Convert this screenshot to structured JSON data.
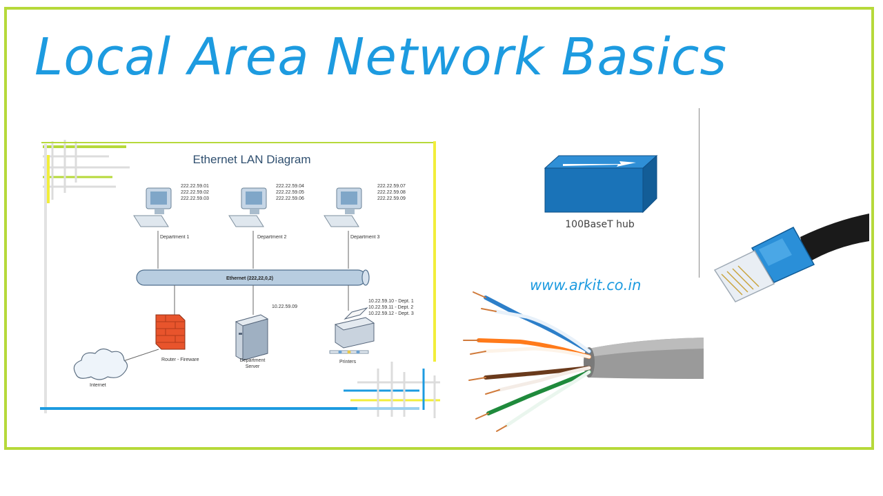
{
  "slide": {
    "title": "Local Area Network Basics",
    "website": "www.arkit.co.in",
    "hub_label": "100BaseT hub"
  },
  "diagram": {
    "title": "Ethernet LAN Diagram",
    "departments": [
      {
        "label": "Department 1",
        "ips": [
          "222.22.59.01",
          "222.22.59.02",
          "222.22.59.03"
        ]
      },
      {
        "label": "Department 2",
        "ips": [
          "222.22.59.04",
          "222.22.59.05",
          "222.22.59.06"
        ]
      },
      {
        "label": "Department 3",
        "ips": [
          "222.22.59.07",
          "222.22.59.08",
          "222.22.59.09"
        ]
      }
    ],
    "backbone_label": "Ethernet (222,22,0,2)",
    "router_label": "Router - Fireware",
    "internet_label": "Internet",
    "server_ip": "10.22.59.09",
    "server_label_line1": "Department",
    "server_label_line2": "Server",
    "printer_ips": [
      "10.22.59.10 - Dept. 1",
      "10.22.59.11 - Dept. 2",
      "10.22.59.12 - Dept. 3"
    ],
    "printers_label": "Printers"
  },
  "colors": {
    "accent_blue": "#1d9be0",
    "frame_green": "#b6d93a",
    "hub_blue": "#1a73b8"
  }
}
